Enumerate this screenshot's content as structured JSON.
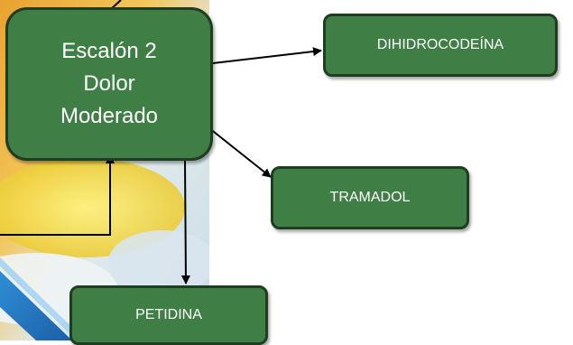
{
  "diagram": {
    "main_node": {
      "line1": "Escalón 2",
      "line2": "Dolor",
      "line3": "Moderado"
    },
    "targets": {
      "dihidrocodeina": "DIHIDROCODEÍNA",
      "tramadol": "TRAMADOL",
      "petidina": "PETIDINA"
    }
  },
  "colors": {
    "node_fill": "#3f7f45",
    "node_border": "#1f3d21",
    "connector": "#000000"
  }
}
